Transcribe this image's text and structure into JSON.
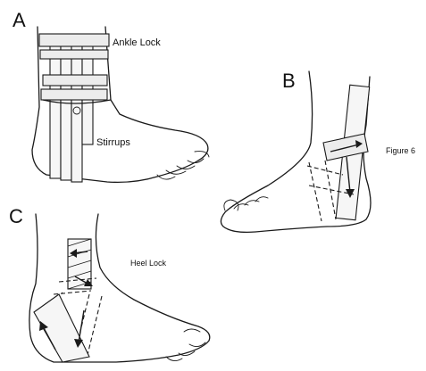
{
  "figure": {
    "caption": "Figure 6",
    "panels": [
      {
        "letter": "A",
        "labels": [
          "Ankle Lock",
          "Stirrups"
        ]
      },
      {
        "letter": "B",
        "labels": []
      },
      {
        "letter": "C",
        "labels": [
          "Heel Lock"
        ]
      }
    ]
  }
}
